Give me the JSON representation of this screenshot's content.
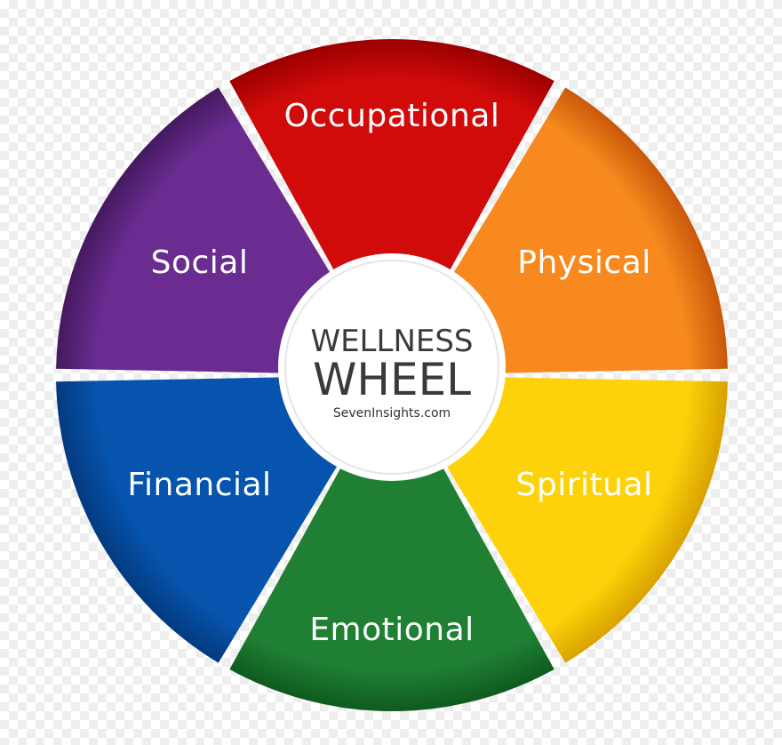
{
  "segments": [
    {
      "label": "Occupational",
      "color": "#d10a0a",
      "dark": "#9a0000"
    },
    {
      "label": "Physical",
      "color": "#f7891f",
      "dark": "#c9590a"
    },
    {
      "label": "Spiritual",
      "color": "#fdd20a",
      "dark": "#d8a200"
    },
    {
      "label": "Emotional",
      "color": "#1f8034",
      "dark": "#0f5a1f"
    },
    {
      "label": "Financial",
      "color": "#0654ad",
      "dark": "#033a80"
    },
    {
      "label": "Social",
      "color": "#6a2c91",
      "dark": "#45195f"
    }
  ],
  "center": {
    "title_top": "WELLNESS",
    "title_bottom": "WHEEL",
    "subtitle": "SevenInsights.com"
  }
}
